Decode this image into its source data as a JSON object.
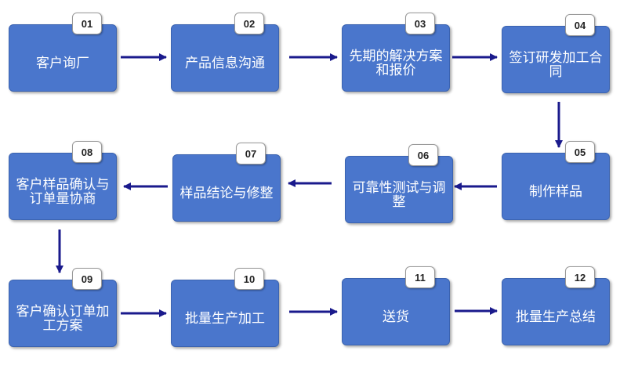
{
  "steps": [
    {
      "num": "01",
      "label": "客户询厂"
    },
    {
      "num": "02",
      "label": "产品信息沟通"
    },
    {
      "num": "03",
      "label": "先期的解决方案和报价"
    },
    {
      "num": "04",
      "label": "签订研发加工合同"
    },
    {
      "num": "05",
      "label": "制作样品"
    },
    {
      "num": "06",
      "label": "可靠性测试与调整"
    },
    {
      "num": "07",
      "label": "样品结论与修整"
    },
    {
      "num": "08",
      "label": "客户样品确认与订单量协商"
    },
    {
      "num": "09",
      "label": "客户确认订单加工方案"
    },
    {
      "num": "10",
      "label": "批量生产加工"
    },
    {
      "num": "11",
      "label": "送货"
    },
    {
      "num": "12",
      "label": "批量生产总结"
    }
  ],
  "colors": {
    "box": "#4a76cc",
    "arrow": "#1a1a8c",
    "badge_bg": "#ffffff"
  }
}
